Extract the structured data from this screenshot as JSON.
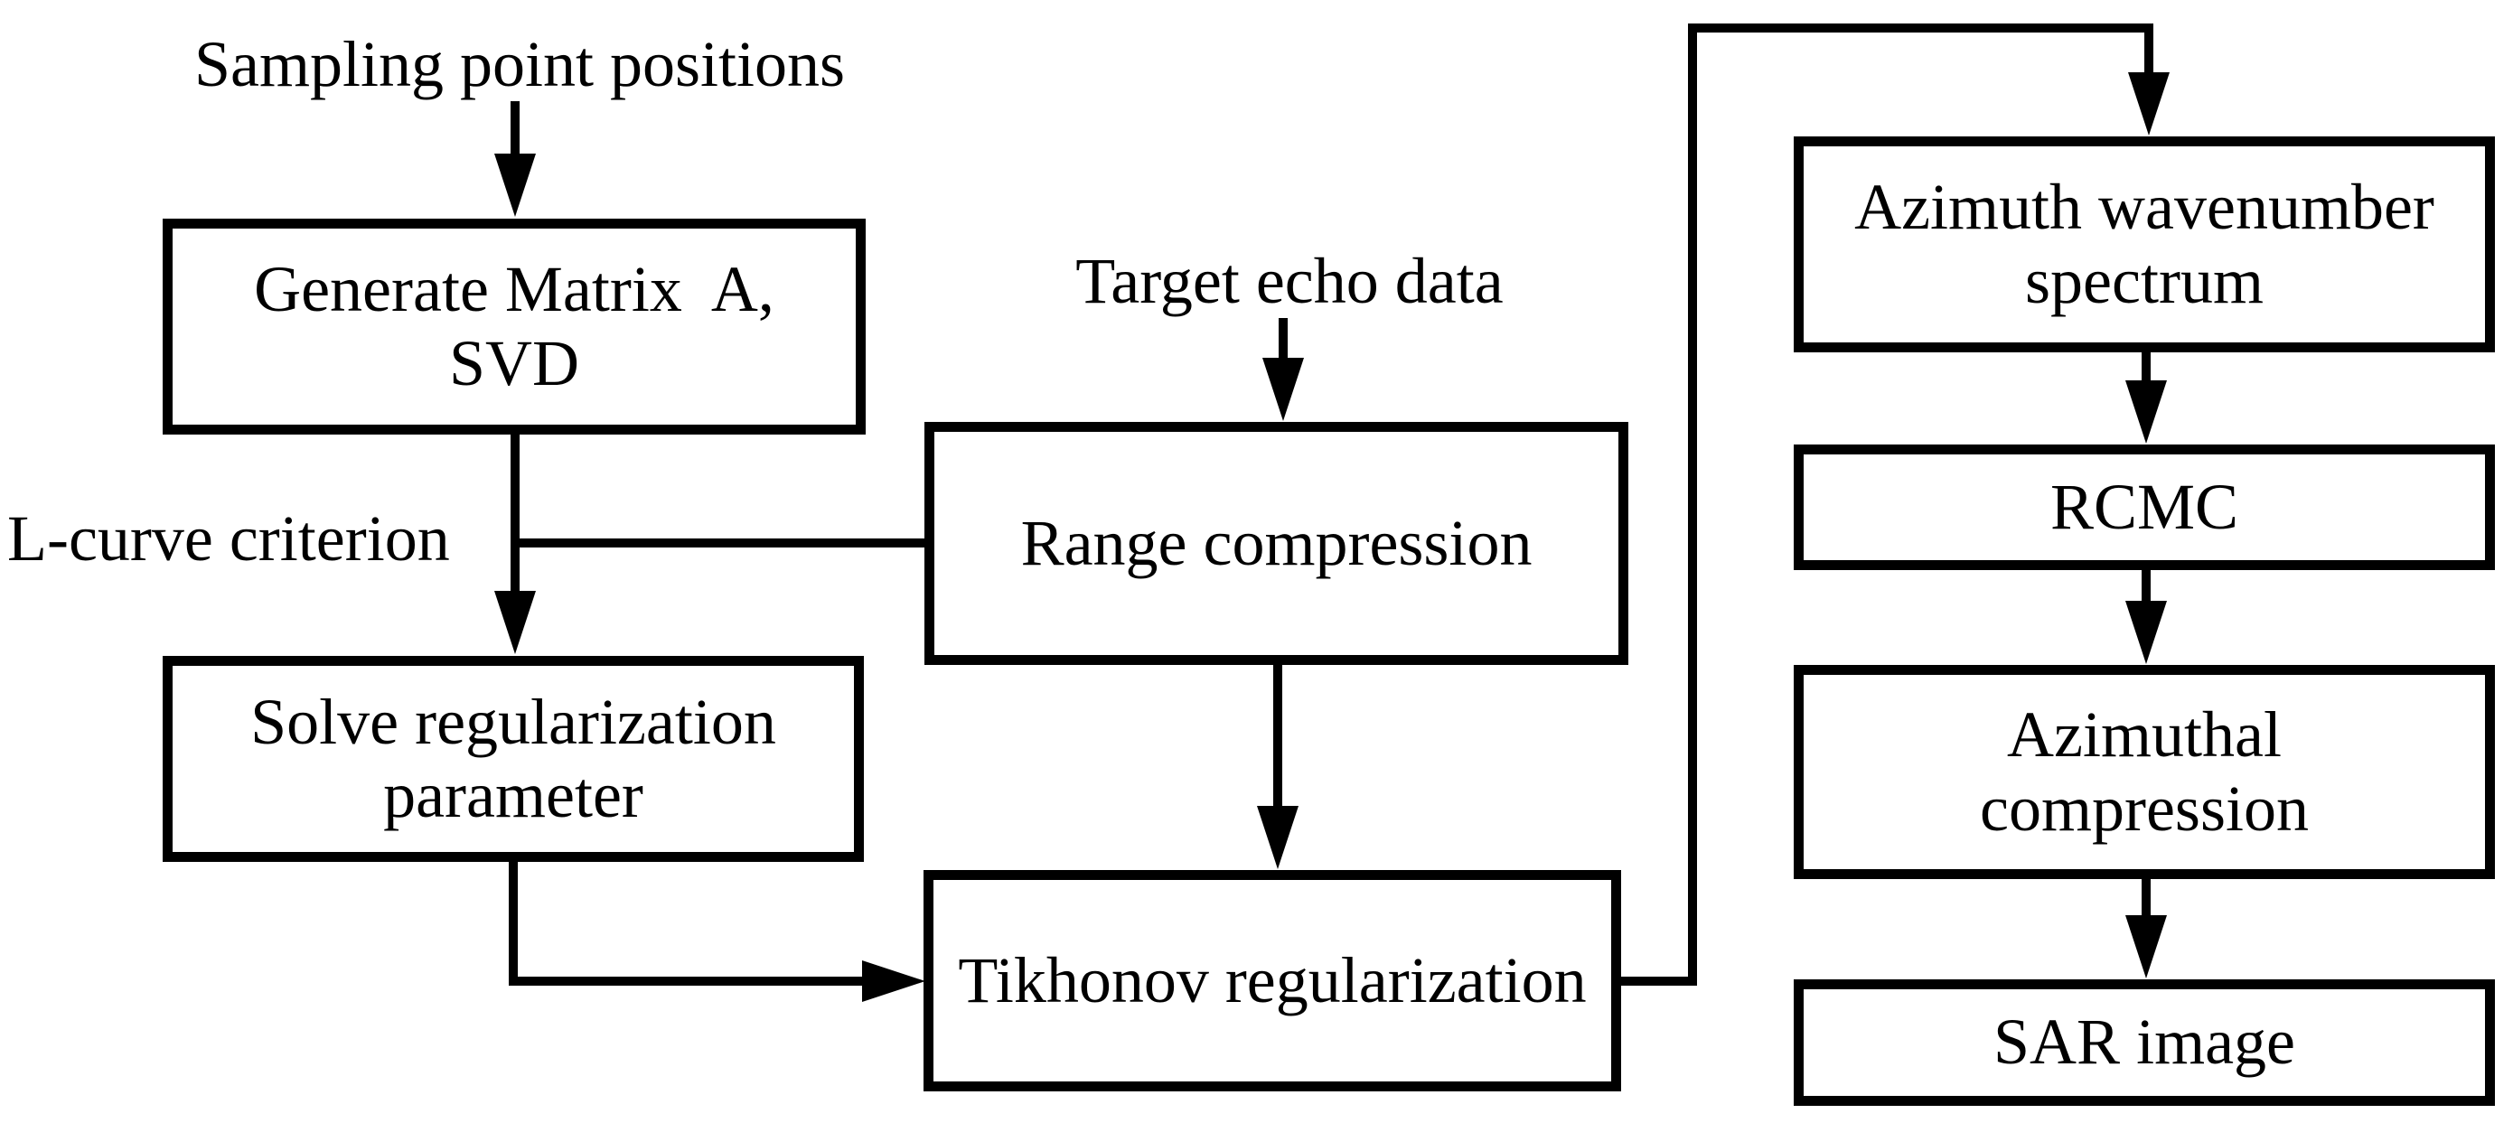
{
  "diagram": {
    "type": "flowchart",
    "background_color": "#ffffff",
    "line_color": "#000000",
    "box_fill_color": "#ffffff",
    "annotations": {
      "sampling": "Sampling point positions",
      "target_echo": "Target echo data",
      "l_curve": "L-curve criterion"
    },
    "boxes": {
      "generate": "Generate Matrix  A,\nSVD",
      "solve": "Solve regularization\nparameter",
      "range": "Range compression",
      "tikhonov": "Tikhonov regularization",
      "azimuth": "Azimuth wavenumber\nspectrum",
      "rcmc": "RCMC",
      "azcomp": "Azimuthal\ncompression",
      "sar": "SAR image"
    },
    "edges": [
      "Sampling point positions -> Generate Matrix A, SVD",
      "Generate Matrix A, SVD -> Solve regularization parameter (L-curve criterion)",
      "Generate/Solve line <-> Range compression (junction branch)",
      "Target echo data -> Range compression",
      "Range compression -> Tikhonov regularization",
      "Solve regularization parameter -> Tikhonov regularization",
      "Tikhonov regularization -> Azimuth wavenumber spectrum",
      "Azimuth wavenumber spectrum -> RCMC",
      "RCMC -> Azimuthal compression",
      "Azimuthal compression -> SAR image"
    ]
  }
}
